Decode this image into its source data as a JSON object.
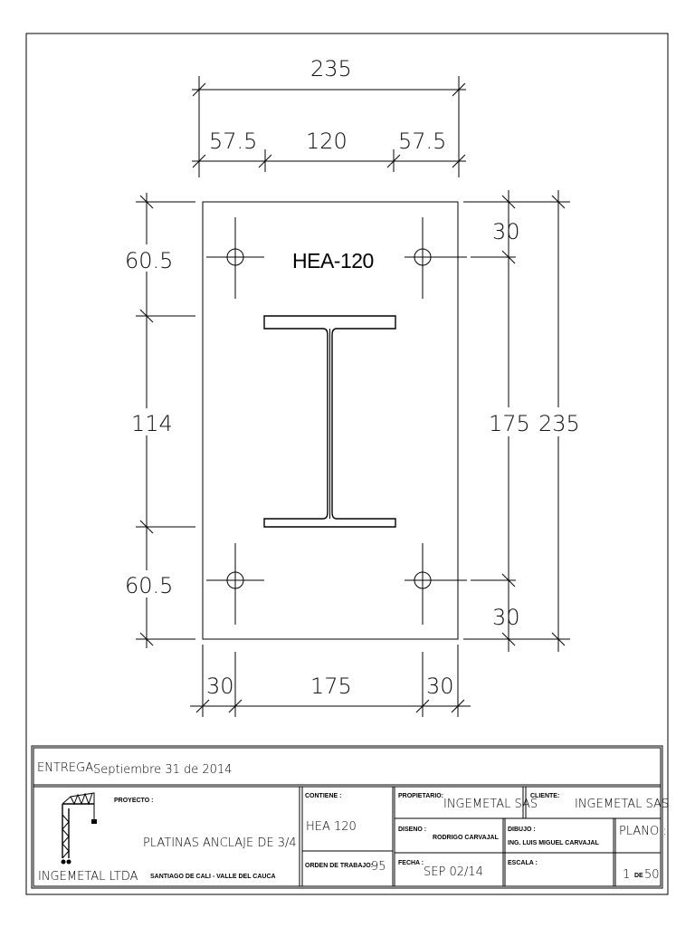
{
  "drawing": {
    "label": "HEA-120",
    "dimensions": {
      "top_overall": "235",
      "top_left": "57.5",
      "top_mid": "120",
      "top_right": "57.5",
      "left_top": "60.5",
      "left_mid": "114",
      "left_bot": "60.5",
      "right_top": "30",
      "right_mid": "175",
      "right_overall": "235",
      "right_bot": "30",
      "bottom_left": "30",
      "bottom_mid": "175",
      "bottom_right": "30"
    }
  },
  "title_block": {
    "entrega_caption": "ENTREGA:",
    "entrega_value": "Septiembre 31 de 2014",
    "proyecto_caption": "PROYECTO :",
    "proyecto_value": "PLATINAS ANCLAJE DE 3/4",
    "company": "INGEMETAL LTDA",
    "location": "SANTIAGO DE CALI - VALLE DEL CAUCA",
    "contiene_caption": "CONTIENE :",
    "contiene_value": "HEA 120",
    "orden_caption": "ORDEN DE TRABAJO:",
    "orden_value": "95",
    "propietario_caption": "PROPIETARIO:",
    "propietario_value": "INGEMETAL SAS",
    "cliente_caption": "CLIENTE:",
    "cliente_value": "INGEMETAL SAS",
    "diseno_caption": "DISENO :",
    "diseno_value": "RODRIGO CARVAJAL",
    "dibujo_caption": "DIBUJO :",
    "dibujo_value": "ING. LUIS MIGUEL CARVAJAL",
    "plano_caption": "PLANO :",
    "plano_number": "1",
    "plano_de": "DE",
    "plano_total": "50",
    "fecha_caption": "FECHA :",
    "fecha_value": "SEP 02/14",
    "escala_caption": "ESCALA :"
  }
}
